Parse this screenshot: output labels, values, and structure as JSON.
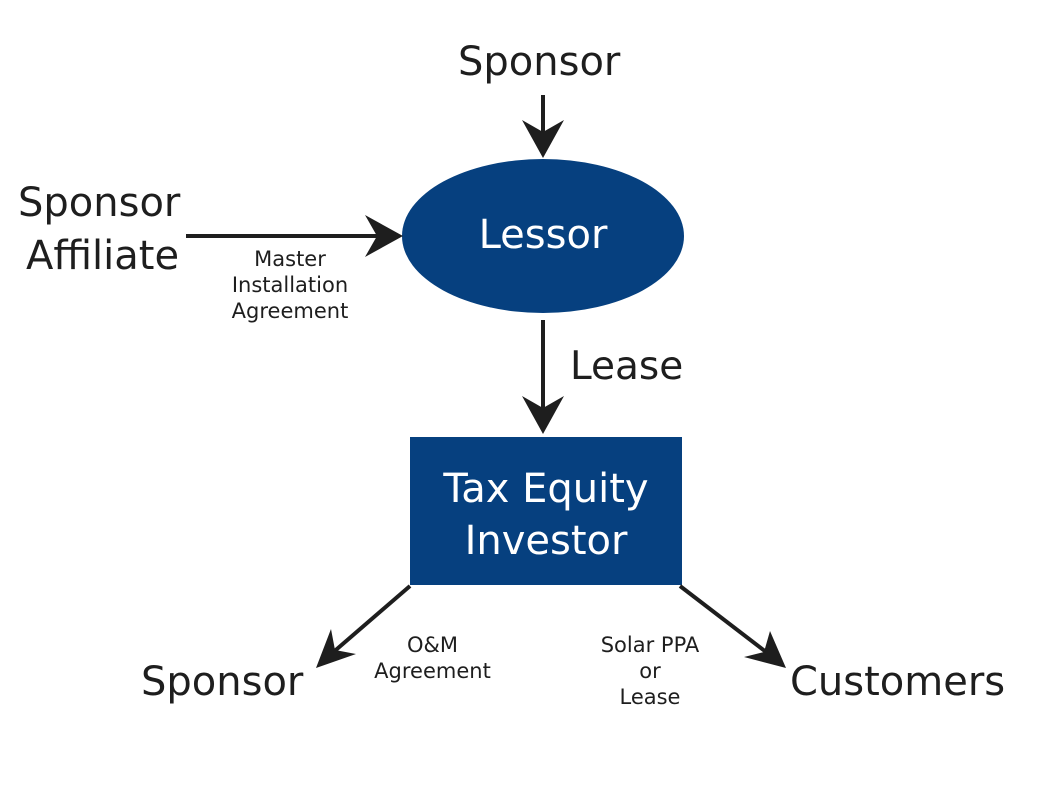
{
  "colors": {
    "shape_fill": "#06407f",
    "arrow": "#1e1e1e",
    "text": "#1e1e1e",
    "shape_text": "#ffffff"
  },
  "nodes": {
    "sponsor_top": "Sponsor",
    "sponsor_affiliate_line1": "Sponsor",
    "sponsor_affiliate_line2": "Affiliate",
    "lessor": "Lessor",
    "tax_equity_line1": "Tax Equity",
    "tax_equity_line2": "Investor",
    "sponsor_bottom": "Sponsor",
    "customers": "Customers"
  },
  "edge_labels": {
    "master_1": "Master",
    "master_2": "Installation",
    "master_3": "Agreement",
    "lease": "Lease",
    "om_1": "O&M",
    "om_2": "Agreement",
    "ppa_1": "Solar PPA",
    "ppa_2": "or",
    "ppa_3": "Lease"
  }
}
